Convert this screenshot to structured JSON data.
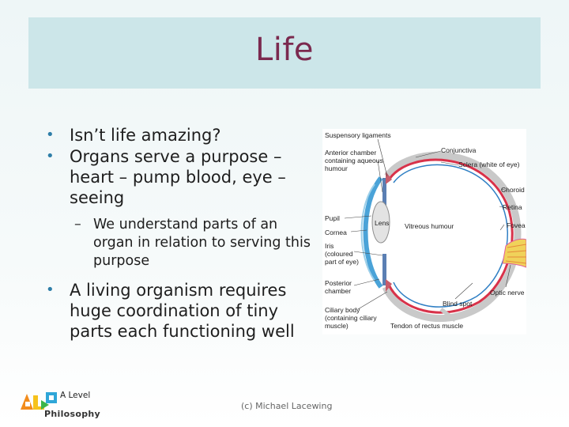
{
  "slide": {
    "title": "Life",
    "bullets": [
      "Isn’t life amazing?",
      "Organs serve a purpose – heart – pump blood, eye – seeing"
    ],
    "sub_bullet": "We understand parts of an organ in relation to serving this purpose",
    "bullet3": "A living organism requires huge coordination of tiny parts each functioning well",
    "footer": "(c) Michael Lacewing",
    "colors": {
      "title": "#7b2a4f",
      "band": "#cce6e9",
      "bullet": "#2e7ea8"
    }
  },
  "logo": {
    "line1": "A Level",
    "line2": "Philosophy"
  },
  "eye_diagram": {
    "labels": {
      "suspensory": "Suspensory ligaments",
      "anterior1": "Anterior chamber",
      "anterior2": "containing aqueous",
      "anterior3": "humour",
      "conjunctiva": "Conjunctiva",
      "sclera": "Sclera (white of eye)",
      "choroid": "Choroid",
      "retina": "Retina",
      "lens": "Lens",
      "vitreous": "Vitreous humour",
      "pupil": "Pupil",
      "cornea": "Cornea",
      "fovea": "Fovea",
      "iris1": "Iris",
      "iris2": "(coloured",
      "iris3": "part of eye)",
      "posterior1": "Posterior",
      "posterior2": "chamber",
      "optic": "Optic nerve",
      "blind": "Blind spot",
      "ciliary1": "Ciliary body",
      "ciliary2": "(containing ciliary",
      "ciliary3": "muscle)",
      "tendon": "Tendon of rectus muscle"
    }
  }
}
